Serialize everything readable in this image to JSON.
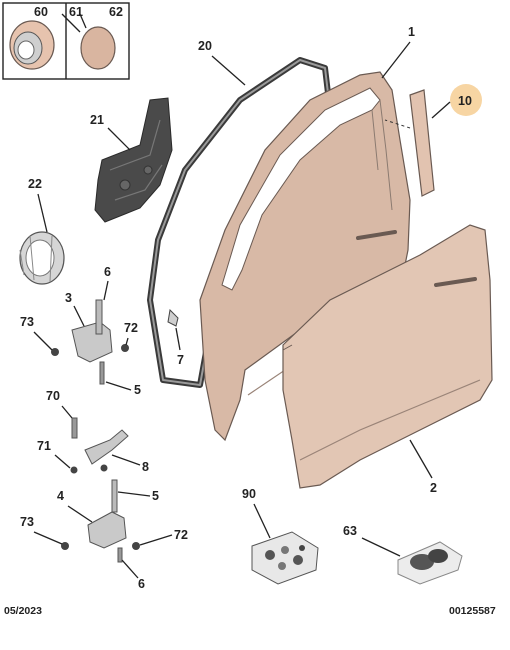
{
  "callouts": {
    "c60": "60",
    "c61": "61",
    "c62": "62",
    "c1": "1",
    "c2": "2",
    "c3": "3",
    "c4": "4",
    "c5a": "5",
    "c5b": "5",
    "c6a": "6",
    "c6b": "6",
    "c7": "7",
    "c8": "8",
    "c10": "10",
    "c20": "20",
    "c21": "21",
    "c22": "22",
    "c63": "63",
    "c70": "70",
    "c71": "71",
    "c72a": "72",
    "c72b": "72",
    "c73a": "73",
    "c73b": "73",
    "c90": "90"
  },
  "footer": {
    "date": "05/2023",
    "ref": "00125587"
  },
  "colors": {
    "highlight": "#f7d5a3",
    "panel": "#d8b9a6",
    "seal": "#3a3a3a"
  }
}
